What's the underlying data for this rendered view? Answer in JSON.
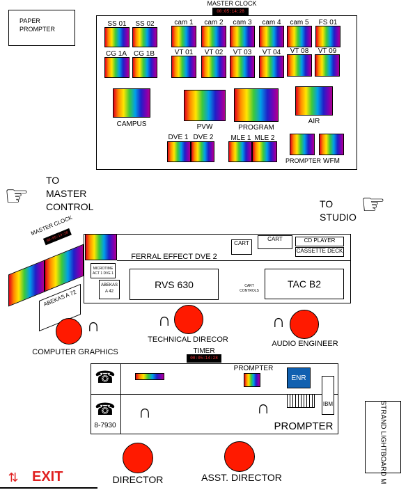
{
  "labels": {
    "paper_prompter": "PAPER PROMPTER",
    "master_clock_top": "MASTER CLOCK",
    "clock_time": "00:05:14:28",
    "to_master_control": "TO MASTER CONTROL",
    "to_studio": "TO STUDIO",
    "master_clock_left": "MASTER CLOCK",
    "abekas_a72": "ABEKAS A 72",
    "microtime": "MICROTIME ACT 1 DVE 1",
    "abekas_a42": "ABEKAS A 42",
    "rvs630": "RVS 630",
    "ferral": "FERRAL EFFECT DVE 2",
    "cart1": "CART",
    "cart2": "CART",
    "cd_player": "CD PLAYER",
    "cassette_deck": "CASSETTE DECK",
    "cart_controls": "CART CONTROLS",
    "tac_b2": "TAC B2",
    "computer_graphics": "COMPUTER GRAPHICS",
    "technical_director": "TECHNICAL DIRECOR",
    "audio_engineer": "AUDIO ENGINEER",
    "timer": "TIMER",
    "timer_time": "00:05:14:28",
    "prompter_small": "PROMPTER",
    "enr": "ENR",
    "ibm": "IBM",
    "phone_number": "8-7930",
    "prompter_big": "PROMPTER",
    "strand": "STRAND LIGHTBOARD M",
    "exit": "EXIT",
    "director": "DIRECTOR",
    "asst_director": "ASST. DIRECTOR"
  },
  "monitors": {
    "ss01": "SS 01",
    "ss02": "SS 02",
    "cam1": "cam 1",
    "cam2": "cam 2",
    "cam3": "cam 3",
    "cam4": "cam 4",
    "cam5": "cam 5",
    "fs01": "FS 01",
    "cg1a": "CG 1A",
    "cg1b": "CG 1B",
    "vt01": "VT 01",
    "vt02": "VT 02",
    "vt03": "VT 03",
    "vt04": "VT 04",
    "vt08": "VT 08",
    "vt09": "VT 09",
    "campus": "CAMPUS",
    "pvw": "PVW",
    "program": "PROGRAM",
    "air": "AIR",
    "dve1": "DVE 1",
    "dve2": "DVE 2",
    "mle1": "MLE 1",
    "mle2": "MLE 2",
    "prompter": "PROMPTER",
    "wfm": "WFM"
  }
}
